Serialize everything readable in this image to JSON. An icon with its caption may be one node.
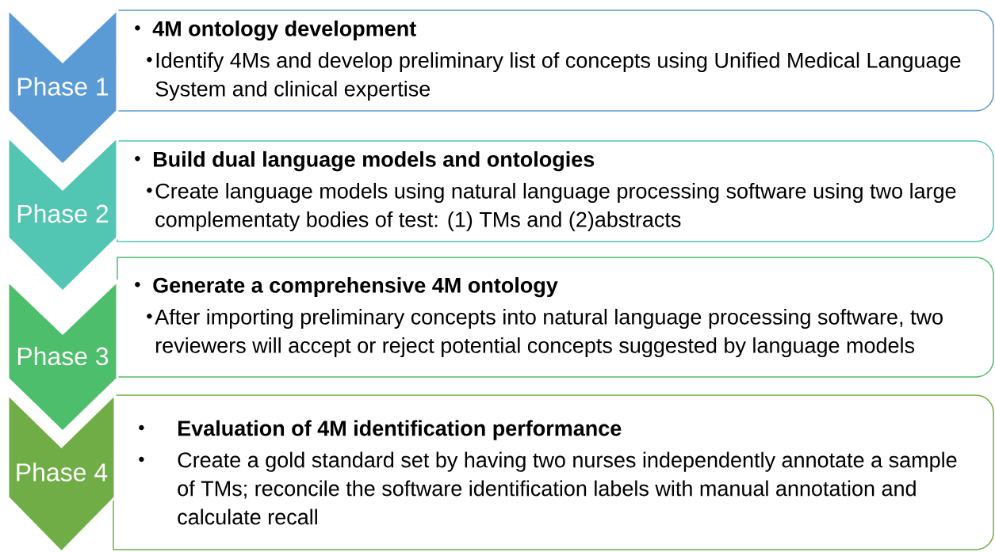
{
  "diagram": {
    "nodes": [
      {
        "text": [
          "Phase 1"
        ]
      },
      {
        "text": [
          "4M ontology development",
          "Identify 4Ms and develop preliminary list of concepts using Unified Medical Language System and clinical expertise"
        ]
      },
      {
        "text": [
          "Phase 2"
        ]
      },
      {
        "text": [
          "Build dual language models and ontologies",
          "Create language models using natural language processing software using two large complementaty bodies of test: (1) TMs and (2)abstracts"
        ]
      },
      {
        "text": [
          "Phase 3"
        ]
      },
      {
        "text": [
          "Generate a comprehensive 4M ontology",
          "After importing preliminary concepts into natural language processing software, two reviewers will accept or reject potential concepts suggested by language models"
        ]
      },
      {
        "text": [
          "Phase 4"
        ]
      },
      {
        "text": [
          "Evaluation of 4M identification performance",
          "Create a gold standard set by having two nurses independently annotate a sample of TMs; reconcile the software identification labels with manual annotation and calculate recall"
        ]
      }
    ]
  }
}
